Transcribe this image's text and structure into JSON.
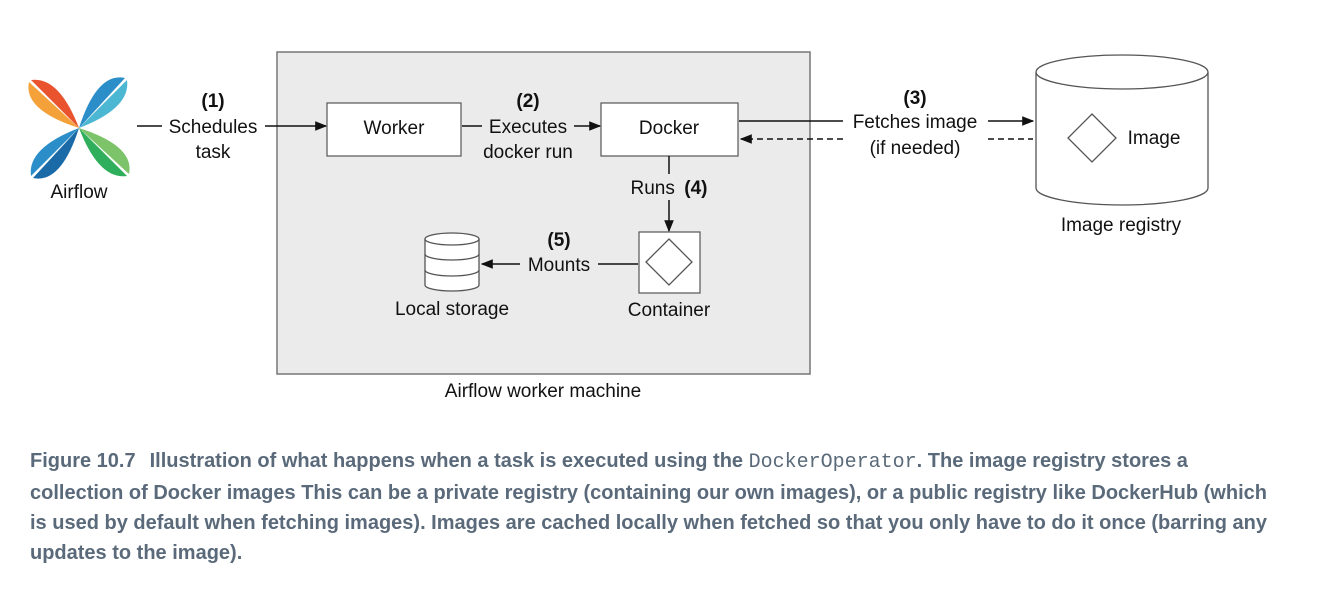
{
  "airflow": {
    "label": "Airflow"
  },
  "steps": {
    "s1": {
      "num": "(1)",
      "line1": "Schedules",
      "line2": "task"
    },
    "s2": {
      "num": "(2)",
      "line1": "Executes",
      "line2": "docker run"
    },
    "s3": {
      "num": "(3)",
      "line1": "Fetches image",
      "line2": "(if needed)"
    },
    "s4": {
      "label": "Runs",
      "num": "(4)"
    },
    "s5": {
      "num": "(5)",
      "label": "Mounts"
    }
  },
  "nodes": {
    "worker": "Worker",
    "docker": "Docker",
    "container": "Container",
    "local_storage": "Local storage",
    "image": "Image",
    "image_registry": "Image registry",
    "machine": "Airflow worker machine"
  },
  "caption": {
    "figure": "Figure 10.7",
    "part1": "Illustration of what happens when a task is executed using the ",
    "code": "DockerOperator",
    "part2": ". The image registry stores a collection of Docker images This can be a private registry (containing our own images), or a public registry like DockerHub (which is used by default when fetching images). Images are cached locally when fetched so that you only have to do it once (barring any updates to the image)."
  },
  "colors": {
    "machine_fill": "#ebebeb",
    "caption_text": "#5a6a7a",
    "pinwheel": [
      "#e9542f",
      "#f4a13a",
      "#2c8ec9",
      "#4bb7d3",
      "#2fae5b",
      "#7cc36a"
    ]
  }
}
